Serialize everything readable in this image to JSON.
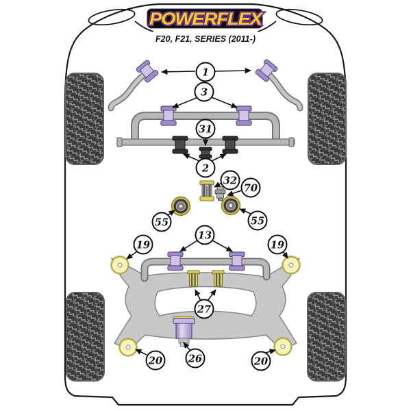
{
  "diagram": {
    "brand": "POWERFLEX",
    "subtitle": "F20, F21, SERIES (2011-)",
    "callouts": [
      {
        "id": "1",
        "number": "1"
      },
      {
        "id": "3",
        "number": "3"
      },
      {
        "id": "31",
        "number": "31"
      },
      {
        "id": "2",
        "number": "2"
      },
      {
        "id": "32",
        "number": "32"
      },
      {
        "id": "70",
        "number": "70"
      },
      {
        "id": "55-left",
        "number": "55"
      },
      {
        "id": "55-right",
        "number": "55"
      },
      {
        "id": "19-left",
        "number": "19"
      },
      {
        "id": "13",
        "number": "13"
      },
      {
        "id": "19-right",
        "number": "19"
      },
      {
        "id": "27",
        "number": "27"
      },
      {
        "id": "26",
        "number": "26"
      },
      {
        "id": "20-left",
        "number": "20"
      },
      {
        "id": "20-right",
        "number": "20"
      }
    ],
    "colors": {
      "logo_background": "#0d0d0d",
      "logo_text_fill": "#f6cf1b",
      "logo_text_outline": "#6b2f8f",
      "bushing_purple": "#cfc3e8",
      "bushing_purple_dark": "#5d4a8a",
      "bushing_black": "#3a3a3a",
      "insert_yellow": "#ded455",
      "mount_yellow_rim": "#c9bd4a",
      "corner_bush_yellow": "#f6f3b4",
      "metal_gray": "#b8b8b8",
      "subframe_gray": "#c8c8c8",
      "tire_dark": "#3b3b3b",
      "outline_black": "#1a1a1a"
    }
  }
}
